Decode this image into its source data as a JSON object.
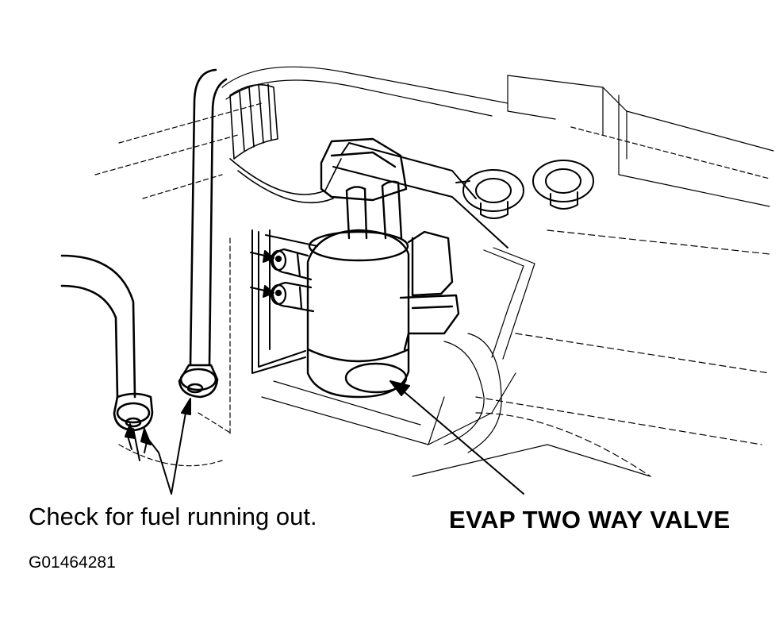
{
  "labels": {
    "instruction": "Check for fuel running out.",
    "component": "EVAP TWO WAY VALVE",
    "figure_id": "G01464281"
  },
  "colors": {
    "line": "#000000",
    "background": "#ffffff"
  }
}
